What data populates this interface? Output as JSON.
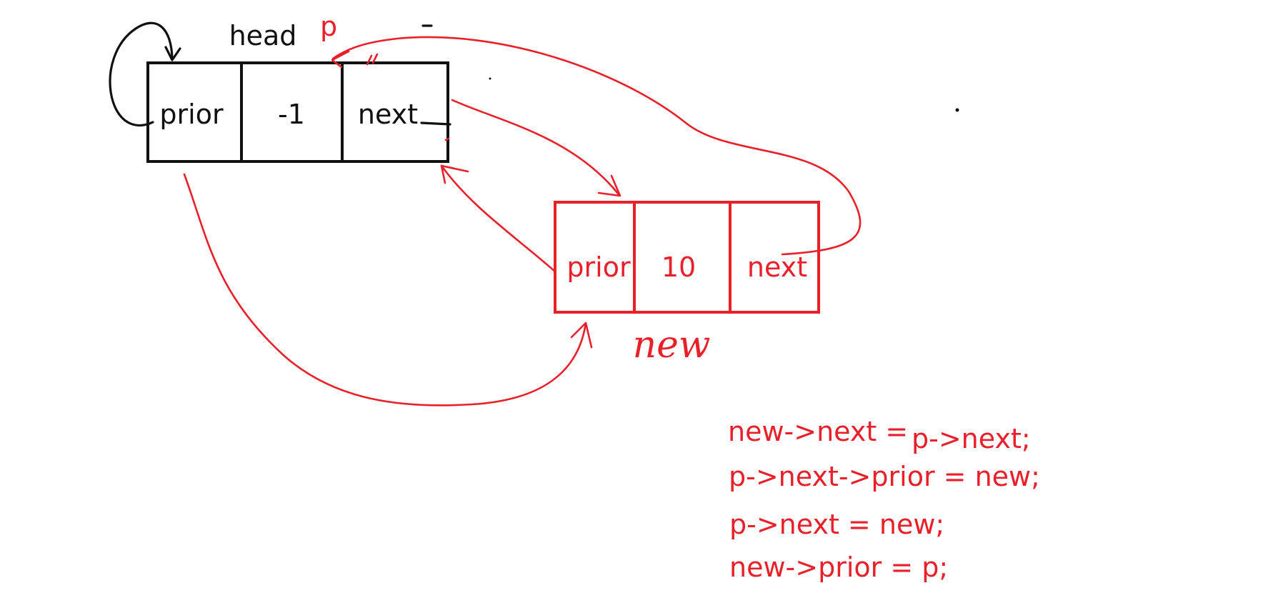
{
  "head_node": {
    "label": "head",
    "cells": [
      "prior",
      "-1",
      "next"
    ]
  },
  "pointer_label": "p",
  "new_node": {
    "label": "new",
    "cells": [
      "prior",
      "10",
      "next"
    ]
  },
  "code_lines": [
    "new->next =",
    "p->next;",
    "p->next->prior = new;",
    "p->next = new;",
    "new->prior = p;"
  ],
  "colors": {
    "existing": "#111111",
    "added": "#e8202a"
  }
}
